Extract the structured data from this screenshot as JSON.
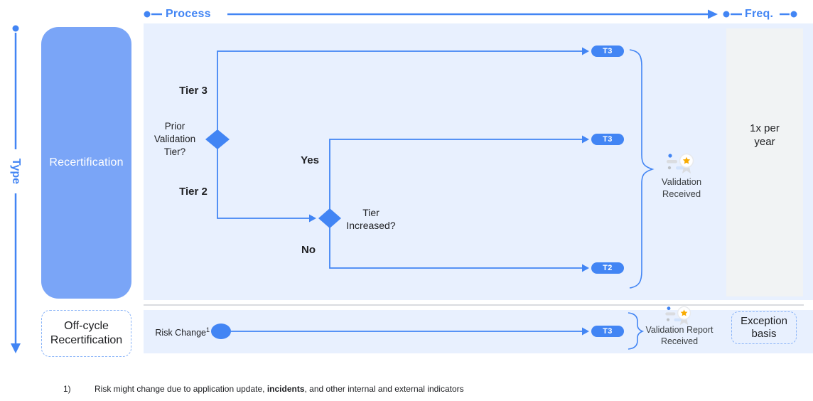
{
  "axes": {
    "process": "Process",
    "freq": "Freq.",
    "type": "Type"
  },
  "type_rows": {
    "recertification": "Recertification",
    "off_cycle": "Off-cycle\nRecertification"
  },
  "flow": {
    "tier3": "Tier 3",
    "tier2": "Tier 2",
    "prior_validation": "Prior\nValidation\nTier?",
    "yes": "Yes",
    "no": "No",
    "tier_increased": "Tier\nIncreased?",
    "pill_top": "T3",
    "pill_middle": "T3",
    "pill_bottom": "T2",
    "pill_off_cycle": "T3",
    "validation_received": "Validation\nReceived",
    "risk_change": "Risk Change",
    "risk_change_sup": "1",
    "validation_report_received": "Validation Report\nReceived"
  },
  "frequency": {
    "recurring": "1x per\nyear",
    "exception": "Exception\nbasis"
  },
  "footnote": {
    "num": "1)",
    "pre": "Risk might change due to application update, ",
    "bold": "incidents",
    "post": ", and other internal and external indicators"
  },
  "colors": {
    "accent": "#4285f4",
    "panel_blue": "#e8f0fe",
    "box_blue": "#7aa5f7",
    "panel_gray": "#f1f3f4",
    "text_dark": "#202124",
    "dash_blue": "#8ab4f8",
    "divider": "#dadce0",
    "star_orange": "#f9ab00"
  }
}
